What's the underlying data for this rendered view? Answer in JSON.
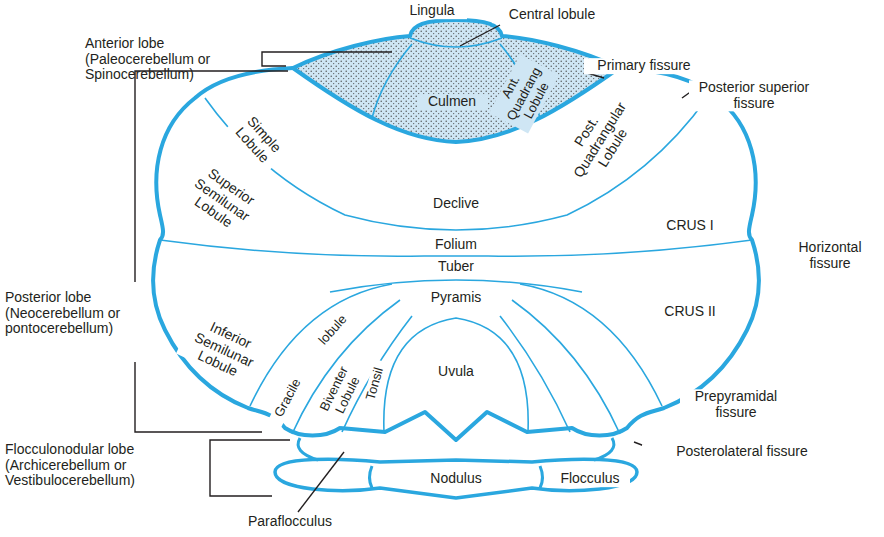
{
  "diagram": {
    "labels": [
      "Lingula",
      "Central lobule",
      "Anterior lobe (Paleocerebellum or Spinocerebellum)",
      "Primary fissure",
      "Culmen",
      "Ant. Quadrang Lobule",
      "Posterior superior fissure",
      "Simple Lobule",
      "Post. Quadrangular Lobule",
      "Superior Semilunar Lobule",
      "Declive",
      "CRUS I",
      "Folium",
      "Horizontal fissure",
      "Tuber",
      "Posterior lobe (Neocerebellum or pontocerebellum)",
      "Inferior Semilunar Lobule",
      "Pyramis",
      "CRUS II",
      "lobule",
      "Gracile",
      "Biventer Lobule",
      "Tonsil",
      "Uvula",
      "Prepyramidal fissure",
      "Flocculonodular lobe (Archicerebellum or Vestibulocerebellum)",
      "Posterolateral fissure",
      "Nodulus",
      "Flocculus",
      "Paraflocculus"
    ]
  }
}
